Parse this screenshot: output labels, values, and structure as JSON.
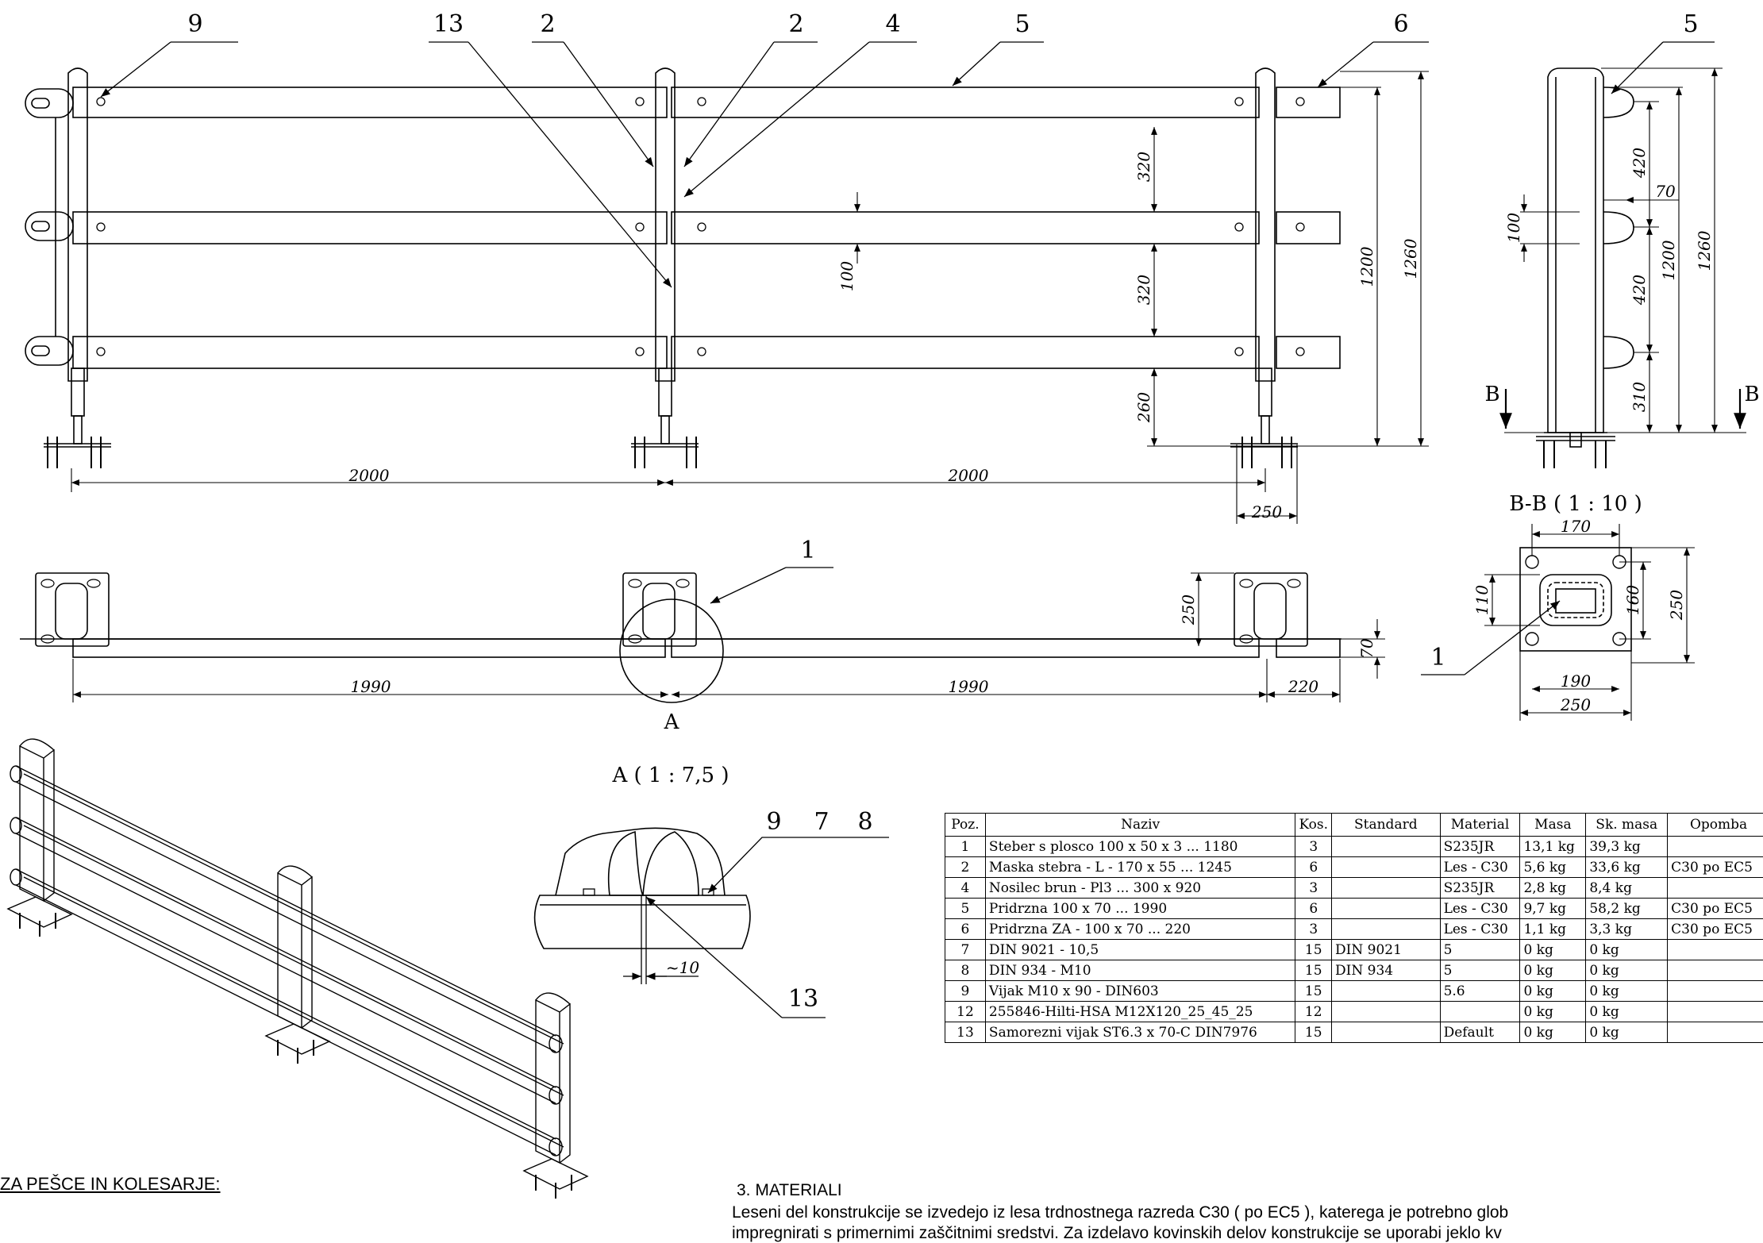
{
  "balloons": {
    "top": [
      "9",
      "13",
      "2",
      "2",
      "4",
      "5",
      "6"
    ],
    "side_top": "5",
    "plan": "1",
    "section_bb": "1",
    "detail_a_stack": [
      "9",
      "7",
      "8"
    ],
    "detail_a_bottom": "13"
  },
  "dimensions": {
    "front_spacing_left": "2000",
    "front_spacing_right": "2000",
    "front_foot": "250",
    "rail_gap_1": "320",
    "rail_gap_2": "320",
    "rail_height": "100",
    "bottom_gap": "260",
    "overall_1200": "1200",
    "overall_1260": "1260",
    "side_420_top": "420",
    "side_70": "70",
    "side_100": "100",
    "side_420_mid": "420",
    "side_1200": "1200",
    "side_1260": "1260",
    "side_310": "310",
    "plan_1990_left": "1990",
    "plan_1990_right": "1990",
    "plan_220": "220",
    "plan_250": "250",
    "plan_70": "70",
    "bb_170": "170",
    "bb_110": "110",
    "bb_160": "160",
    "bb_250_right": "250",
    "bb_190": "190",
    "bb_250_bottom": "250",
    "detail_10": "~10"
  },
  "labels": {
    "section_left_b": "B",
    "section_right_b": "B",
    "section_title": "B-B ( 1 : 10 )",
    "detail_marker": "A",
    "detail_title": "A ( 1 : 7,5 )"
  },
  "bom": {
    "headers": [
      "Poz.",
      "Naziv",
      "Kos.",
      "Standard",
      "Material",
      "Masa",
      "Sk. masa",
      "Opomba"
    ],
    "rows": [
      [
        "1",
        "Steber s plosco 100 x 50 x 3 ... 1180",
        "3",
        "",
        "S235JR",
        "13,1 kg",
        "39,3 kg",
        ""
      ],
      [
        "2",
        "Maska stebra - L - 170 x 55 ... 1245",
        "6",
        "",
        "Les - C30",
        "5,6 kg",
        "33,6 kg",
        "C30 po EC5"
      ],
      [
        "4",
        "Nosilec brun - Pl3 ... 300 x 920",
        "3",
        "",
        "S235JR",
        "2,8 kg",
        "8,4 kg",
        ""
      ],
      [
        "5",
        "Pridrzna 100 x 70 ... 1990",
        "6",
        "",
        "Les - C30",
        "9,7 kg",
        "58,2 kg",
        "C30 po EC5"
      ],
      [
        "6",
        "Pridrzna ZA - 100 x 70 ... 220",
        "3",
        "",
        "Les - C30",
        "1,1 kg",
        "3,3 kg",
        "C30 po EC5"
      ],
      [
        "7",
        "DIN 9021 - 10,5",
        "15",
        "DIN 9021",
        "5",
        "0 kg",
        "0 kg",
        ""
      ],
      [
        "8",
        "DIN 934 - M10",
        "15",
        "DIN 934",
        "5",
        "0 kg",
        "0 kg",
        ""
      ],
      [
        "9",
        "Vijak M10 x 90 - DIN603",
        "15",
        "",
        "5.6",
        "0 kg",
        "0 kg",
        ""
      ],
      [
        "12",
        "255846-Hilti-HSA M12X120_25_45_25",
        "12",
        "",
        "",
        "0 kg",
        "0 kg",
        ""
      ],
      [
        "13",
        "Samorezni vijak ST6.3 x 70-C  DIN7976",
        "15",
        "",
        "Default",
        "0 kg",
        "0 kg",
        ""
      ]
    ]
  },
  "notes": {
    "heading_left": "ZA PEŠCE IN KOLESARJE:",
    "section3_title": "3. MATERIALI",
    "section3_line1": "Leseni del konstrukcije se izvedejo iz lesa trdnostnega razreda C30 ( po EC5 ), katerega je potrebno glob",
    "section3_line2": "impregnirati s primernimi zaščitnimi sredstvi. Za izdelavo kovinskih delov konstrukcije se uporabi jeklo kv"
  }
}
